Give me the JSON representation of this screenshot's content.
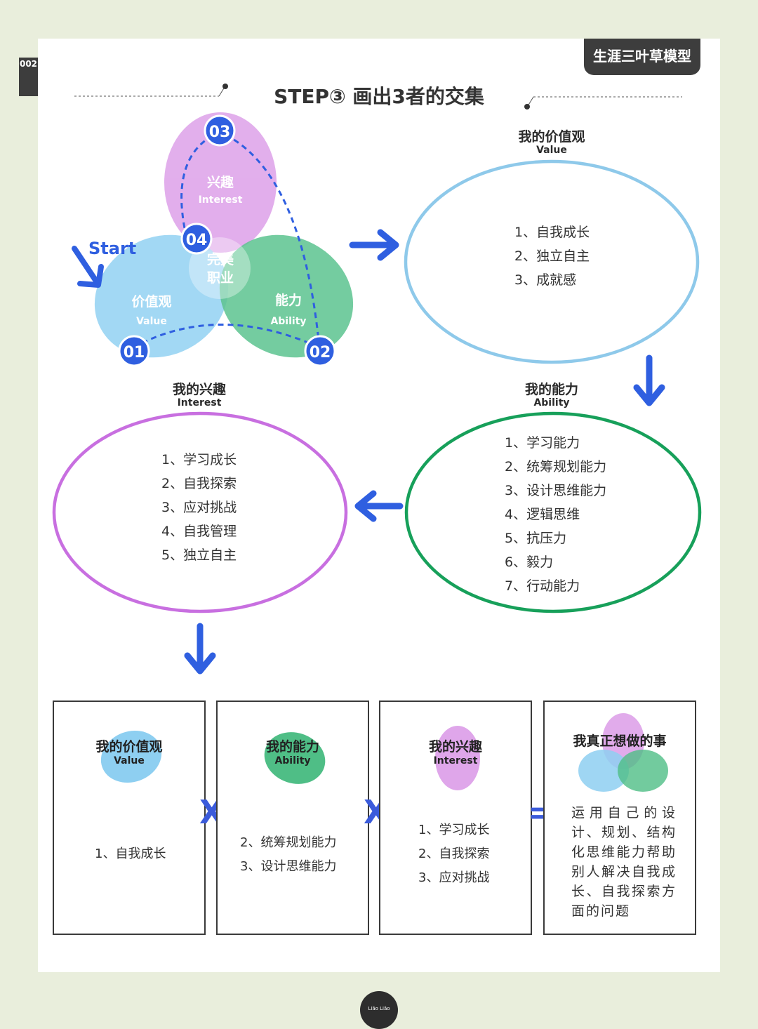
{
  "page": {
    "tab_label": "002",
    "badge": "生涯三叶草模型",
    "title": "STEP③ 画出3者的交集",
    "footer_logo": "Lião Lião"
  },
  "venn": {
    "start_label": "Start",
    "value": {
      "cn": "价值观",
      "en": "Value",
      "color": "#8ecff1"
    },
    "ability": {
      "cn": "能力",
      "en": "Ability",
      "color": "#4fbe86"
    },
    "interest": {
      "cn": "兴趣",
      "en": "Interest",
      "color": "#dfa6ea"
    },
    "center": {
      "line1": "完美",
      "line2": "职业"
    },
    "markers": [
      "01",
      "02",
      "03",
      "04"
    ],
    "marker_color": "#2f5fe0"
  },
  "value_oval": {
    "title_cn": "我的价值观",
    "title_en": "Value",
    "stroke": "#8ec9ea",
    "items": [
      "1、自我成长",
      "2、独立自主",
      "3、成就感"
    ]
  },
  "ability_oval": {
    "title_cn": "我的能力",
    "title_en": "Ability",
    "stroke": "#17a05a",
    "items": [
      "1、学习能力",
      "2、统筹规划能力",
      "3、设计思维能力",
      "4、逻辑思维",
      "5、抗压力",
      "6、毅力",
      "7、行动能力"
    ]
  },
  "interest_oval": {
    "title_cn": "我的兴趣",
    "title_en": "Interest",
    "stroke": "#c86fe0",
    "items": [
      "1、学习成长",
      "2、自我探索",
      "3、应对挑战",
      "4、自我管理",
      "5、独立自主"
    ]
  },
  "summary": {
    "value_box": {
      "title_cn": "我的价值观",
      "title_en": "Value",
      "items": [
        "1、自我成长"
      ]
    },
    "ability_box": {
      "title_cn": "我的能力",
      "title_en": "Ability",
      "items": [
        "2、统筹规划能力",
        "3、设计思维能力"
      ]
    },
    "interest_box": {
      "title_cn": "我的兴趣",
      "title_en": "Interest",
      "items": [
        "1、学习成长",
        "2、自我探索",
        "3、应对挑战"
      ]
    },
    "result_box": {
      "title": "我真正想做的事",
      "text": "运用自己的设计、规划、结构化思维能力帮助别人解决自我成长、自我探索方面的问题"
    },
    "op_multiply": "X",
    "op_equals": "="
  },
  "colors": {
    "arrow": "#2f5fe0",
    "dark": "#3d3d3d"
  }
}
